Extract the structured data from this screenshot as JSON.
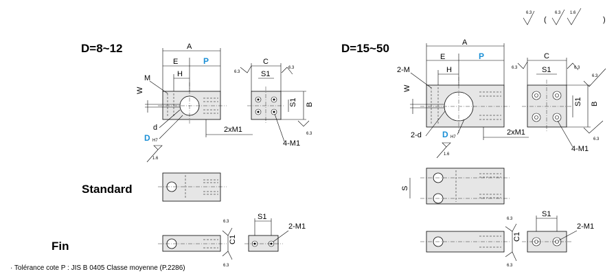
{
  "roughness": {
    "main": "6.3",
    "alt1": "6.3",
    "alt2": "1.6",
    "paren_open": "(",
    "paren_close": ")"
  },
  "left": {
    "heading": "D=8~12",
    "labels": {
      "A": "A",
      "E": "E",
      "P": "P",
      "H": "H",
      "M": "M",
      "W": "W",
      "d": "d",
      "D": "D",
      "H7": "H7",
      "two_xM1": "2xM1",
      "C": "C",
      "S1": "S1",
      "B": "B",
      "four_M1": "4-M1",
      "r63": "6.3",
      "r16": "1.6"
    },
    "standard_label": "Standard",
    "fin_label": "Fin",
    "fin_labels": {
      "S1": "S1",
      "two_M1": "2-M1",
      "C1": "C1",
      "r63": "6.3"
    }
  },
  "right": {
    "heading": "D=15~50",
    "labels": {
      "A": "A",
      "E": "E",
      "P": "P",
      "H": "H",
      "two_M": "2-M",
      "W": "W",
      "two_d": "2-d",
      "D": "D",
      "H7": "H7",
      "two_xM1": "2xM1",
      "C": "C",
      "S1": "S1",
      "B": "B",
      "four_M1": "4-M1",
      "S": "S",
      "r63": "6.3",
      "r16": "1.6"
    },
    "fin_labels": {
      "S1": "S1",
      "two_M1": "2-M1",
      "C1": "C1",
      "r63": "6.3"
    }
  },
  "footnote": "· Tolérance cote P : JIS B 0405 Classe moyenne (P.2286)"
}
